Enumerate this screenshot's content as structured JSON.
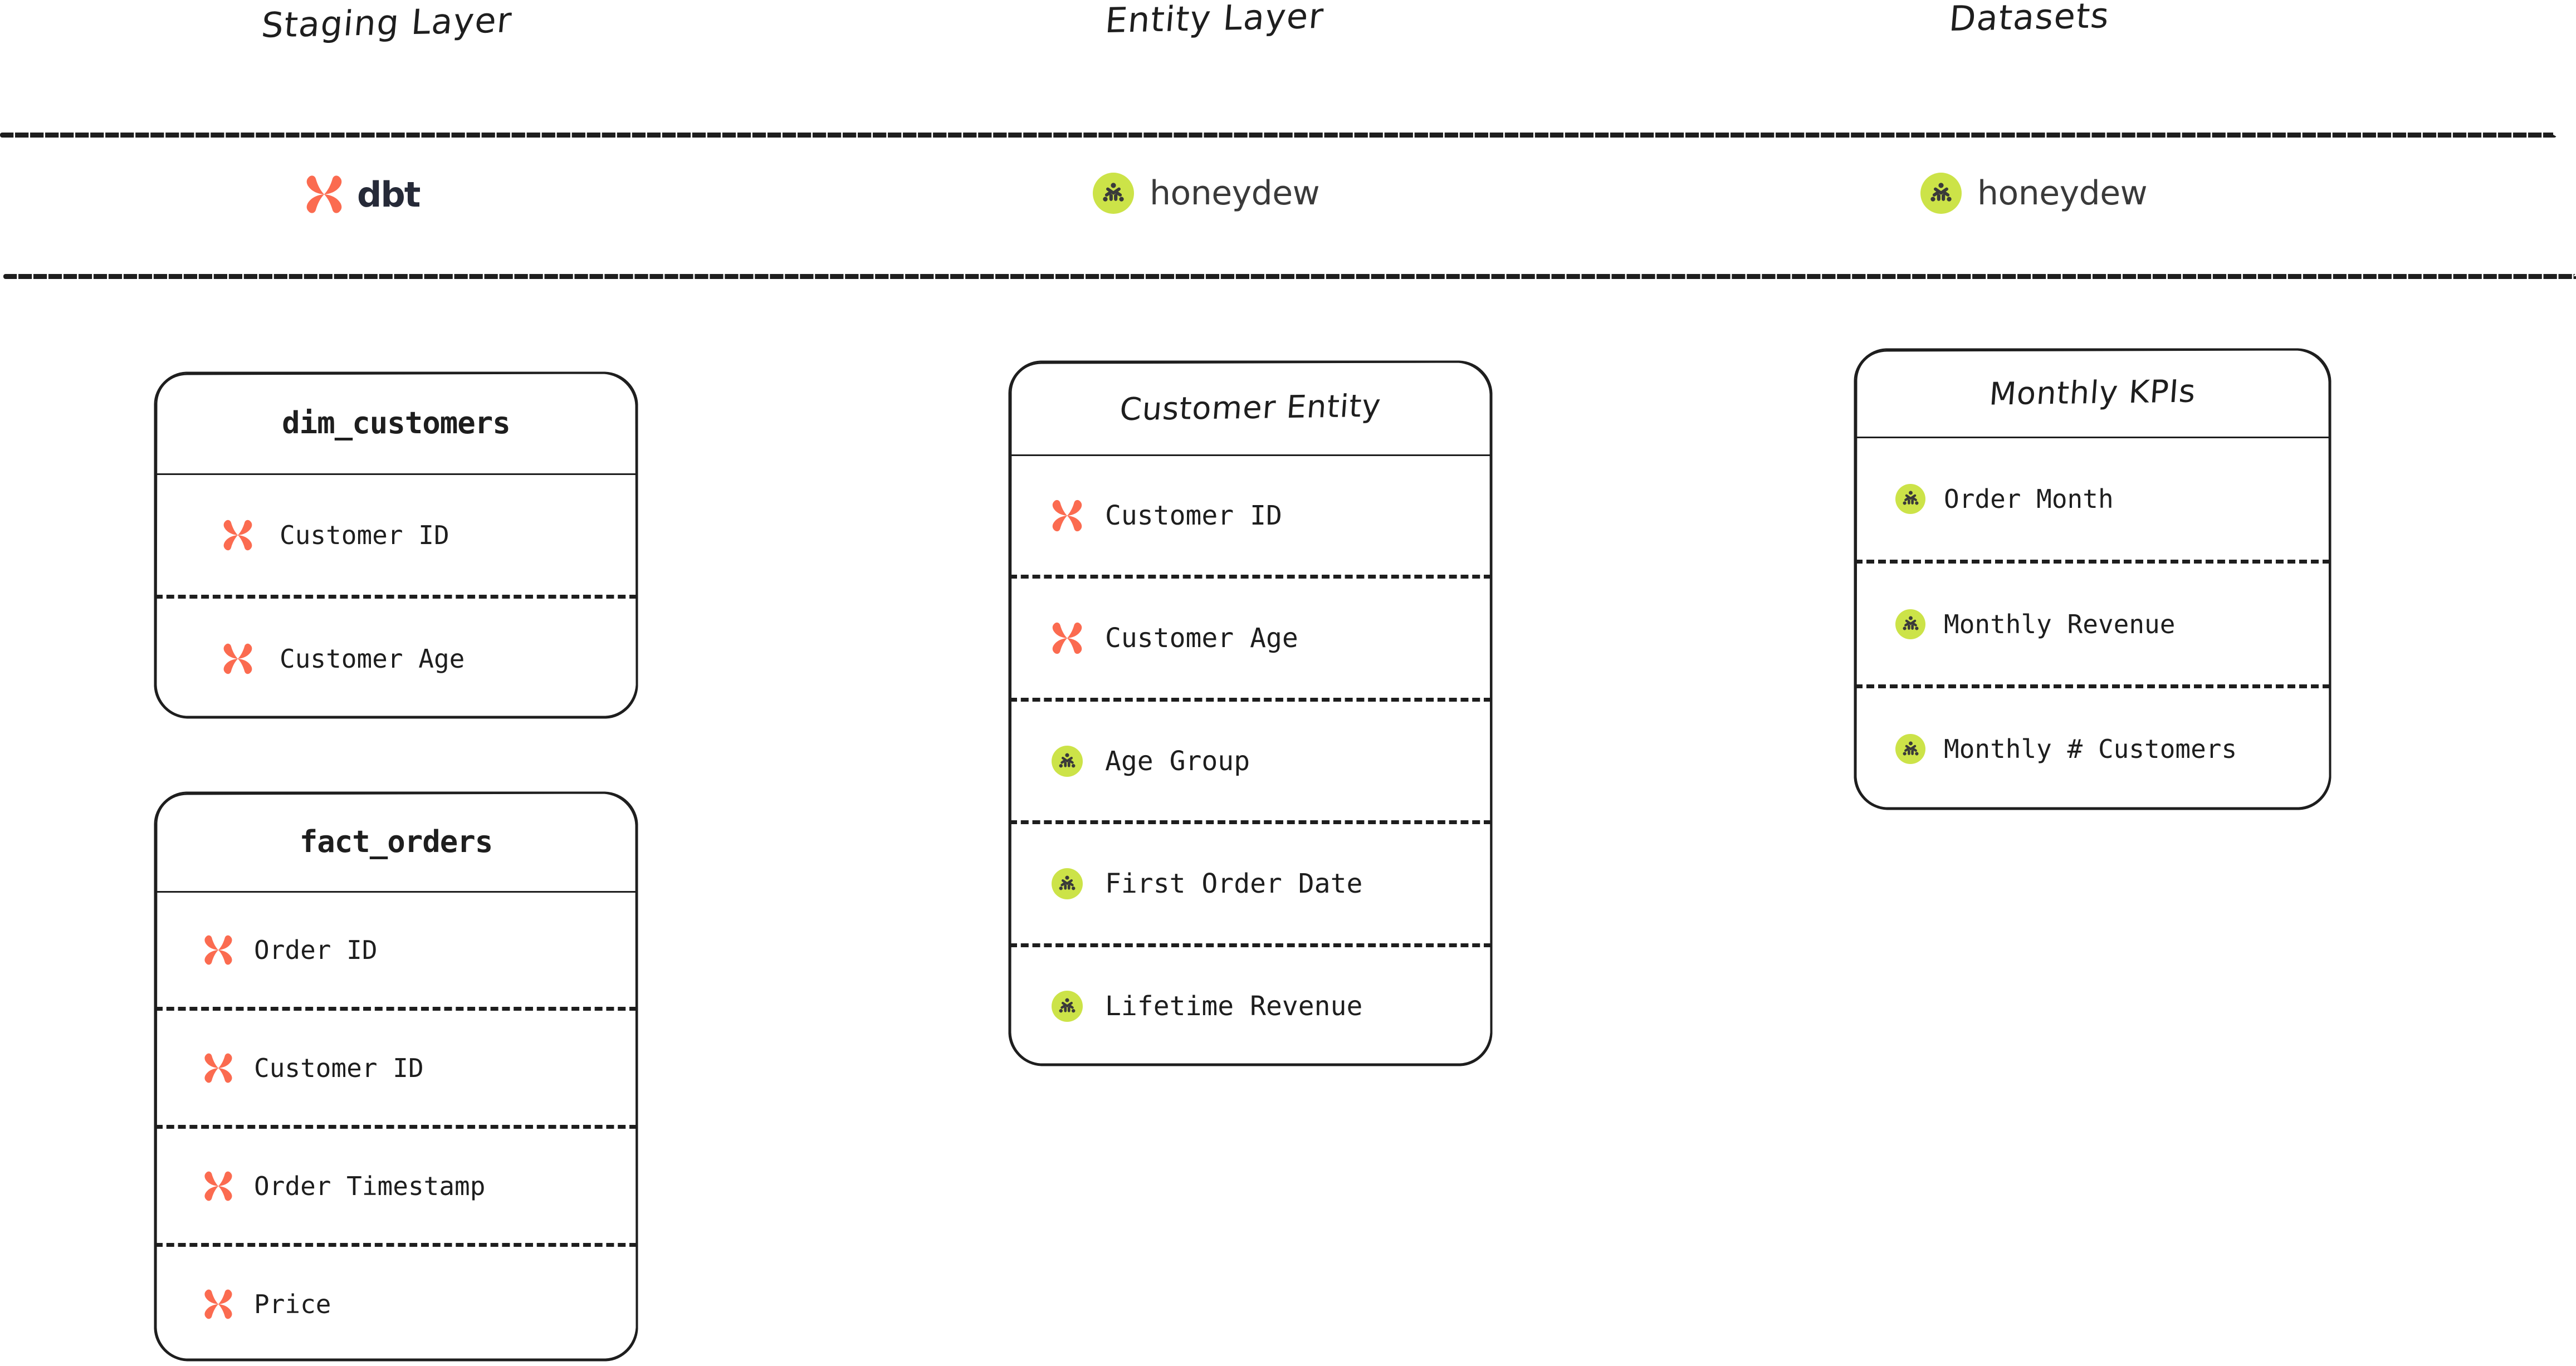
{
  "colors": {
    "dbt_orange": "#fb6b50",
    "dbt_navy": "#262a38",
    "honeydew_green": "#cce348",
    "ink": "#1e1e1e",
    "background": "#ffffff"
  },
  "lanes": [
    {
      "title": "Staging Layer",
      "tool": {
        "icon": "dbt-logo-icon",
        "label": "dbt"
      }
    },
    {
      "title": "Entity Layer",
      "tool": {
        "icon": "honeydew-logo-icon",
        "label": "honeydew"
      }
    },
    {
      "title": "Datasets",
      "tool": {
        "icon": "honeydew-logo-icon",
        "label": "honeydew"
      }
    }
  ],
  "cards": [
    {
      "id": "dim-customers",
      "title": "dim_customers",
      "title_font": "mono",
      "lane": "Staging Layer",
      "rows": [
        {
          "icon": "dbt-x-icon",
          "label": "Customer ID"
        },
        {
          "icon": "dbt-x-icon",
          "label": "Customer Age"
        }
      ]
    },
    {
      "id": "fact-orders",
      "title": "fact_orders",
      "title_font": "mono",
      "lane": "Staging Layer",
      "rows": [
        {
          "icon": "dbt-x-icon",
          "label": "Order ID"
        },
        {
          "icon": "dbt-x-icon",
          "label": "Customer ID"
        },
        {
          "icon": "dbt-x-icon",
          "label": "Order Timestamp"
        },
        {
          "icon": "dbt-x-icon",
          "label": "Price"
        }
      ]
    },
    {
      "id": "customer-entity",
      "title": "Customer Entity",
      "title_font": "hand",
      "lane": "Entity Layer",
      "rows": [
        {
          "icon": "dbt-x-icon",
          "label": "Customer ID"
        },
        {
          "icon": "dbt-x-icon",
          "label": "Customer Age"
        },
        {
          "icon": "honeydew-dot-icon",
          "label": "Age Group"
        },
        {
          "icon": "honeydew-dot-icon",
          "label": "First Order Date"
        },
        {
          "icon": "honeydew-dot-icon",
          "label": "Lifetime Revenue"
        }
      ]
    },
    {
      "id": "monthly-kpis",
      "title": "Monthly KPIs",
      "title_font": "hand",
      "lane": "Datasets",
      "rows": [
        {
          "icon": "honeydew-dot-icon",
          "label": "Order Month"
        },
        {
          "icon": "honeydew-dot-icon",
          "label": "Monthly Revenue"
        },
        {
          "icon": "honeydew-dot-icon",
          "label": "Monthly # Customers"
        }
      ]
    }
  ]
}
